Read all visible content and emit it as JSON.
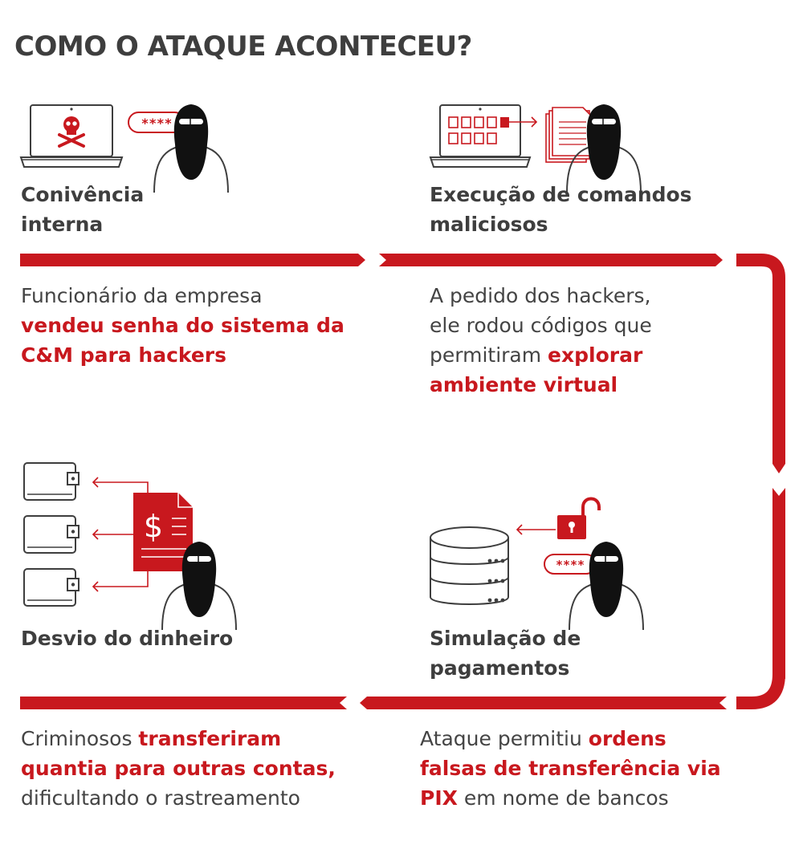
{
  "title": "COMO O ATAQUE ACONTECEU?",
  "colors": {
    "accent": "#c8181e",
    "text": "#444444",
    "icon": "#3e3e3e"
  },
  "steps": [
    {
      "title_lines": [
        "Conivência",
        "interna"
      ],
      "desc_lines": [
        [
          {
            "t": "Funcionário da empresa",
            "h": false
          }
        ],
        [
          {
            "t": "vendeu senha do sistema da",
            "h": true
          }
        ],
        [
          {
            "t": "C&M para hackers",
            "h": true
          }
        ]
      ],
      "icon": "laptop-skull-hacker-password-icon",
      "password_mask": "****"
    },
    {
      "title_lines": [
        "Execução de comandos",
        "maliciosos"
      ],
      "desc_lines": [
        [
          {
            "t": "A pedido dos hackers,",
            "h": false
          }
        ],
        [
          {
            "t": "ele rodou códigos que",
            "h": false
          }
        ],
        [
          {
            "t": "permitiram ",
            "h": false
          },
          {
            "t": "explorar",
            "h": true
          }
        ],
        [
          {
            "t": "ambiente virtual",
            "h": true
          }
        ]
      ],
      "icon": "laptop-files-hacker-icon"
    },
    {
      "title_lines": [
        "Desvio do dinheiro"
      ],
      "desc_lines": [
        [
          {
            "t": "Criminosos ",
            "h": false
          },
          {
            "t": "transferiram",
            "h": true
          }
        ],
        [
          {
            "t": "quantia para outras contas,",
            "h": true
          }
        ],
        [
          {
            "t": "dificultando o rastreamento",
            "h": false
          }
        ]
      ],
      "icon": "wallets-dollar-document-hacker-icon",
      "currency_symbol": "$"
    },
    {
      "title_lines": [
        "Simulação de",
        "pagamentos"
      ],
      "desc_lines": [
        [
          {
            "t": "Ataque permitiu ",
            "h": false
          },
          {
            "t": "ordens",
            "h": true
          }
        ],
        [
          {
            "t": "falsas de transferência via",
            "h": true
          }
        ],
        [
          {
            "t": "PIX",
            "h": true
          },
          {
            "t": " em nome de bancos",
            "h": false
          }
        ]
      ],
      "icon": "database-padlock-hacker-icon",
      "password_mask": "****"
    }
  ]
}
